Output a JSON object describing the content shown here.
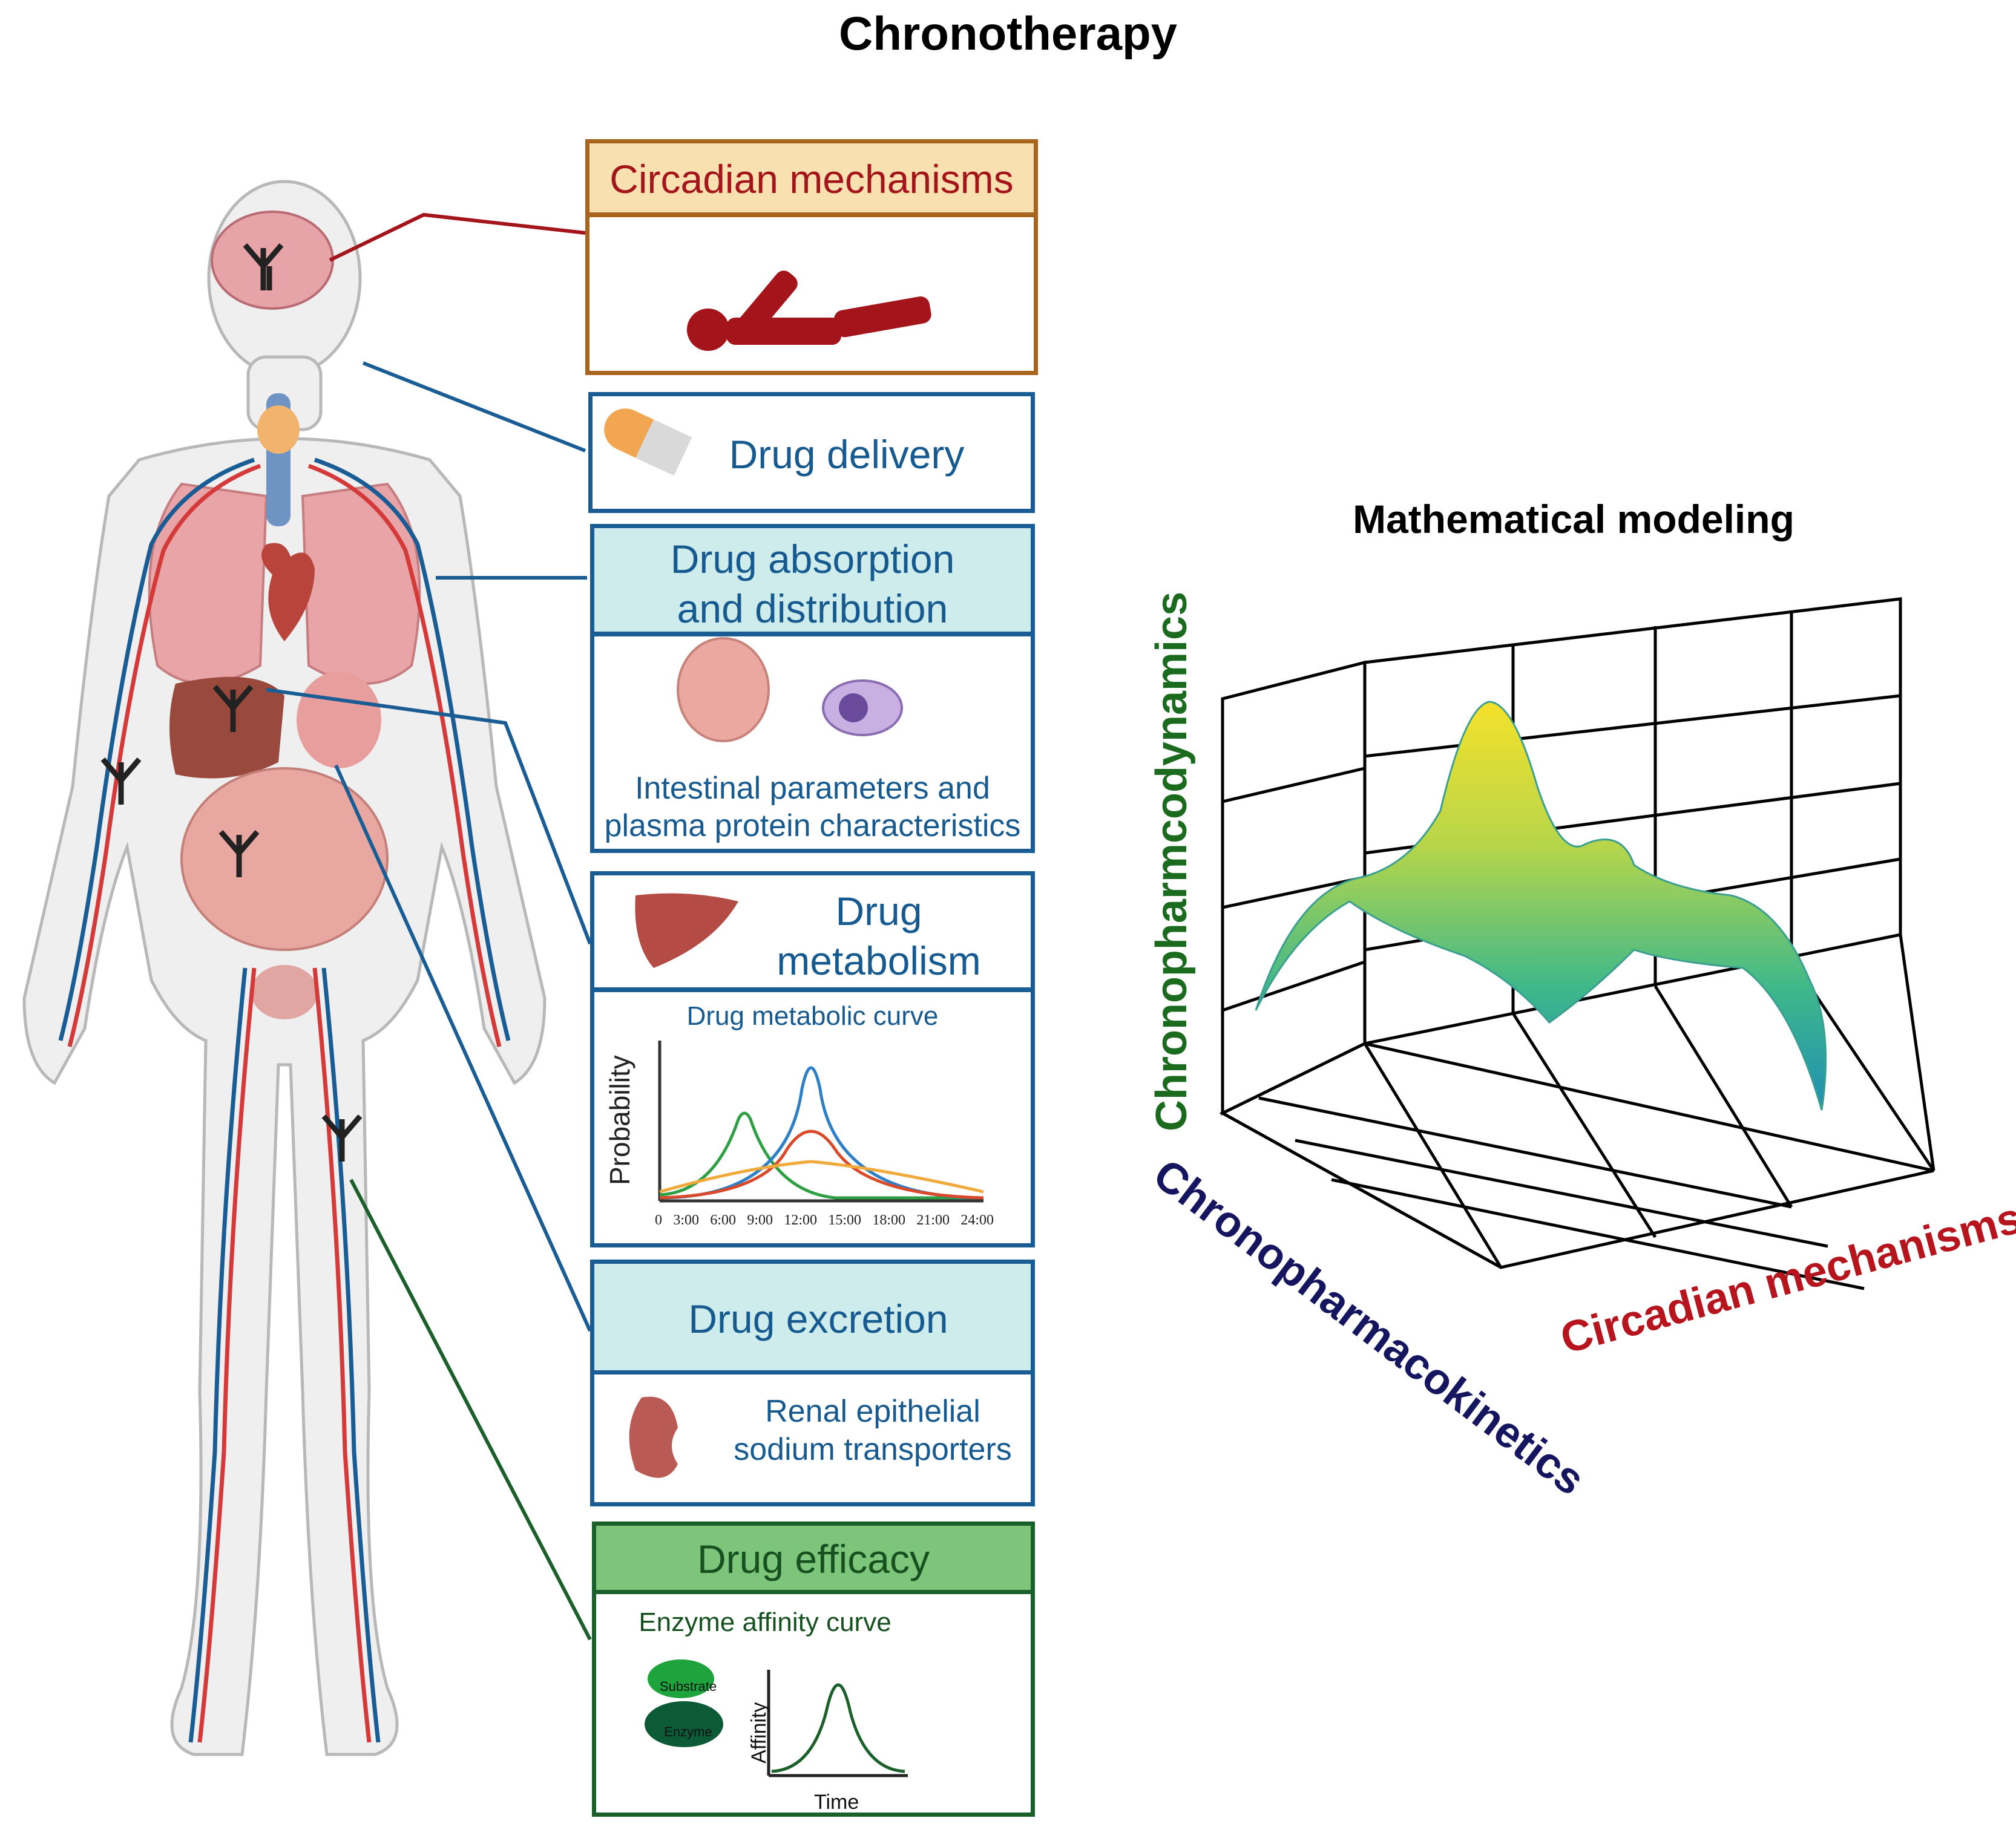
{
  "title": "Chronotherapy",
  "boxes": {
    "circadian": {
      "header": "Circadian mechanisms"
    },
    "delivery": {
      "label": "Drug delivery"
    },
    "absorption": {
      "header_line1": "Drug absorption",
      "header_line2": "and distribution",
      "body_line1": "Intestinal parameters and",
      "body_line2": "plasma protein  characteristics"
    },
    "metabolism": {
      "header_line1": "Drug",
      "header_line2": "metabolism",
      "curve_title": "Drug metabolic curve",
      "ylabel": "Probability",
      "ticks": [
        "0",
        "3:00",
        "6:00",
        "9:00",
        "12:00",
        "15:00",
        "18:00",
        "21:00",
        "24:00"
      ]
    },
    "excretion": {
      "header": "Drug excretion",
      "body_line1": "Renal epithelial",
      "body_line2": "sodium transporters"
    },
    "efficacy": {
      "header": "Drug efficacy",
      "curve_title": "Enzyme affinity curve",
      "substrate": "Substrate",
      "enzyme": "Enzyme",
      "ylabel": "Affinity",
      "xlabel": "Time"
    }
  },
  "modeling": {
    "title": "Mathematical modeling",
    "axis_vertical": "Chronopharmcodynamics",
    "axis_left": "Chronopharmacokinetics",
    "axis_right": "Circadian mechanisms"
  },
  "colors": {
    "blue_border": "#1a5c94",
    "box_fill": "#cdeceb",
    "tan_fill": "#f8e0b0",
    "green_fill": "#7cc57a",
    "red_text": "#a3151b"
  }
}
